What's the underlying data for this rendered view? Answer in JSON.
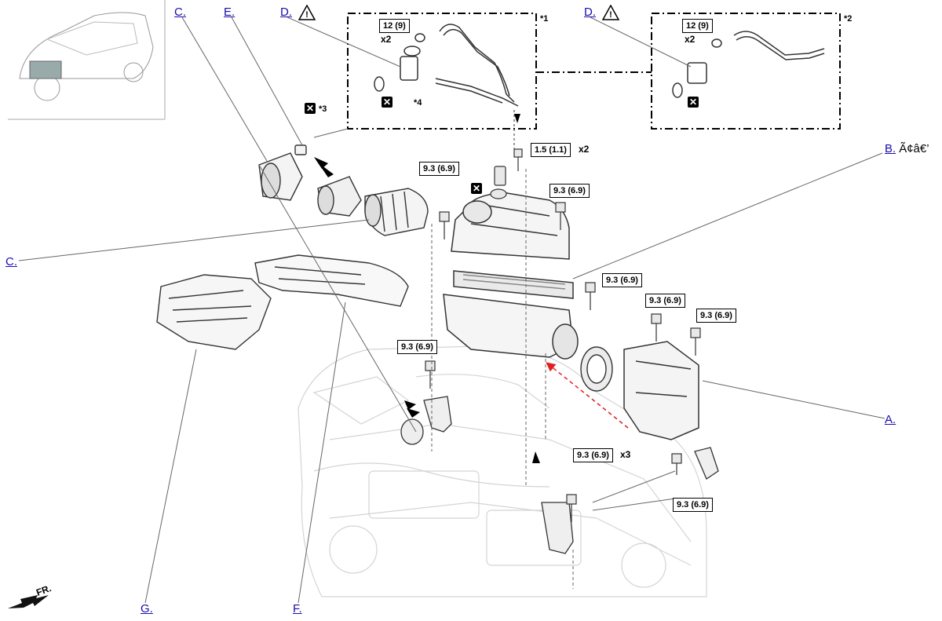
{
  "callouts": {
    "C_top": "C.",
    "E": "E.",
    "D_left": "D.",
    "D_right": "D.",
    "B": "B.",
    "B_suffix": "Ã¢â€’",
    "C_left": "C.",
    "A": "A.",
    "G": "G.",
    "F": "F."
  },
  "torque": {
    "t1": "12 (9)",
    "t2": "12 (9)",
    "t3": "1.5 (1.1)",
    "t4": "9.3 (6.9)",
    "t5": "9.3 (6.9)",
    "t6": "9.3 (6.9)",
    "t7": "9.3 (6.9)",
    "t8": "9.3 (6.9)",
    "t9": "9.3 (6.9)",
    "t10": "9.3 (6.9)",
    "t11": "9.3 (6.9)"
  },
  "multipliers": {
    "m1": "x2",
    "m2": "x2",
    "m3": "x2",
    "m4": "x3"
  },
  "notes": {
    "n1": "*1",
    "n2": "*2",
    "n3": "*3",
    "n4": "*4"
  },
  "direction": "FR.",
  "icons": {
    "warning": "warning-triangle-icon",
    "non_reusable": "non-reusable-part-icon",
    "front_arrow": "front-direction-arrow-icon"
  },
  "colors": {
    "link": "#1a0dab",
    "line": "#555555",
    "ghost": "#cfcfcf",
    "guide_red": "#e02020"
  }
}
